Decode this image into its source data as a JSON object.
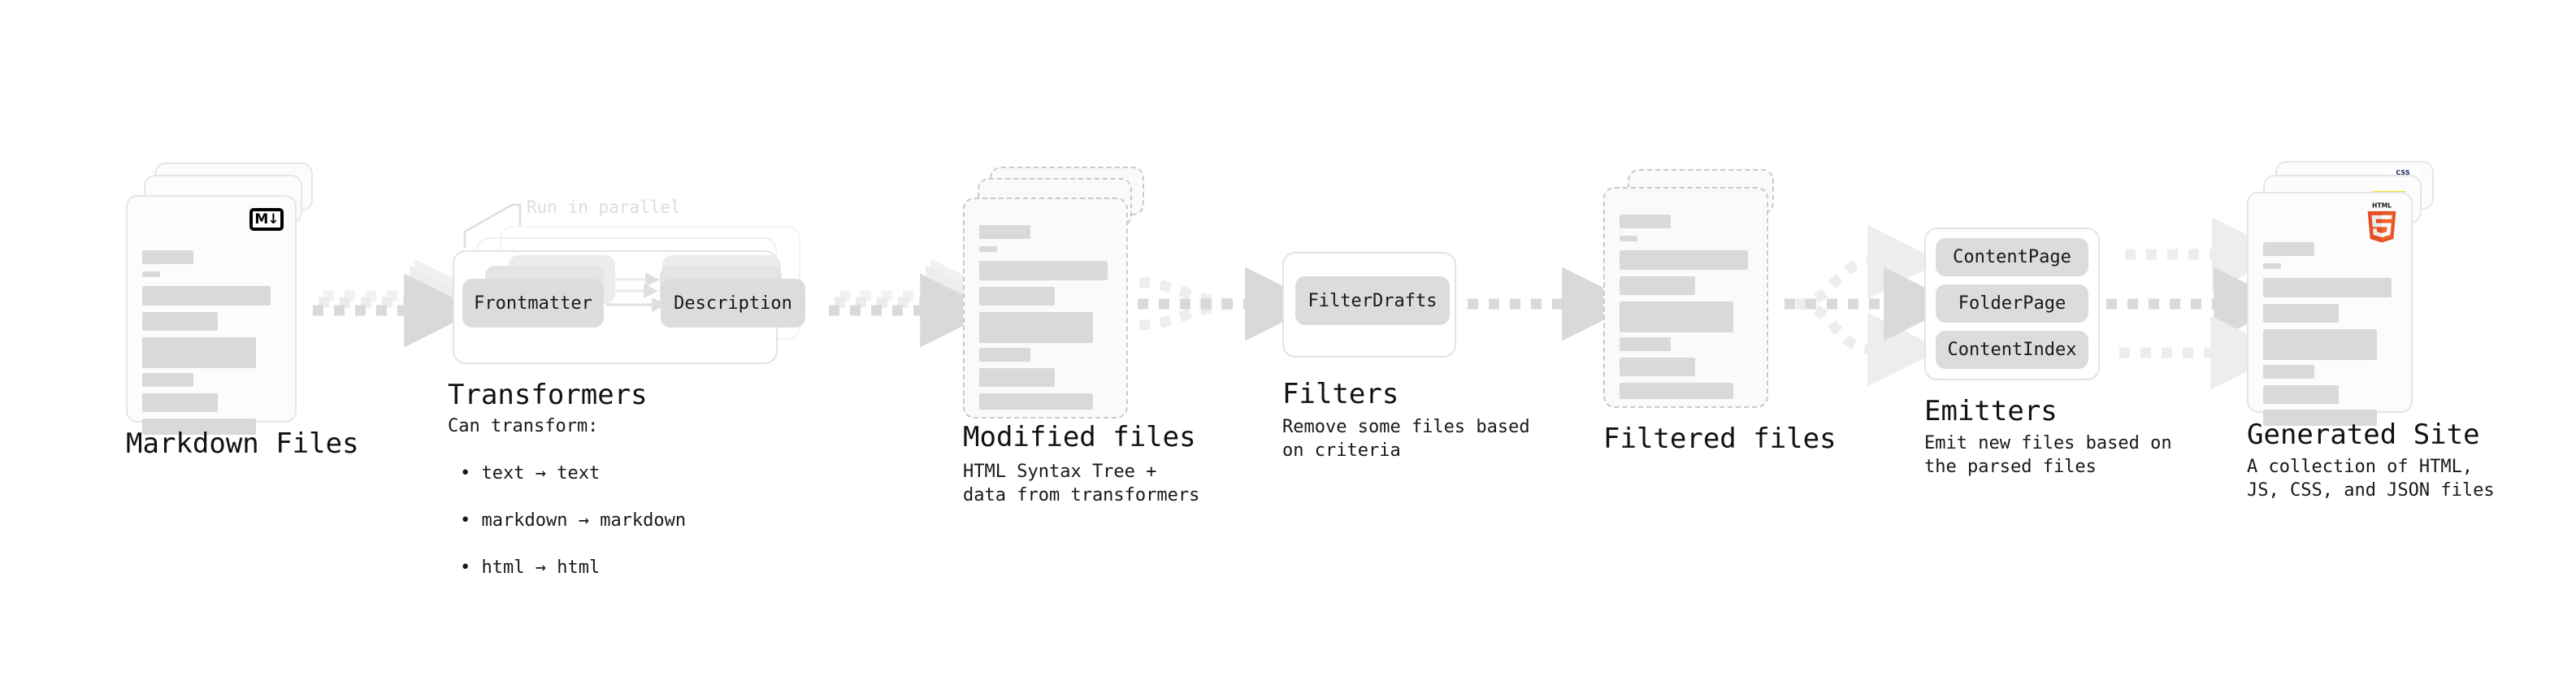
{
  "diagram": {
    "title_font_note": "",
    "stages": [
      {
        "id": "markdown-files",
        "heading": "Markdown Files",
        "subtext": "",
        "badge": "markdown-badge",
        "badge_label": "M",
        "badge_arrow": "↓"
      },
      {
        "id": "transformers",
        "heading": "Transformers",
        "subtext": "Can transform:",
        "parallel_label": "Run in parallel",
        "bullets": [
          "text → text",
          "markdown → markdown",
          "html → html"
        ],
        "pills": [
          "Frontmatter",
          "Description"
        ]
      },
      {
        "id": "modified-files",
        "heading": "Modified files",
        "subtext": "HTML Syntax Tree +\ndata from transformers"
      },
      {
        "id": "filters",
        "heading": "Filters",
        "subtext": "Remove some files based\non criteria",
        "pills": [
          "FilterDrafts"
        ]
      },
      {
        "id": "filtered-files",
        "heading": "Filtered files",
        "subtext": ""
      },
      {
        "id": "emitters",
        "heading": "Emitters",
        "subtext": "Emit new files based on\nthe parsed files",
        "pills": [
          "ContentPage",
          "FolderPage",
          "ContentIndex"
        ]
      },
      {
        "id": "generated-site",
        "heading": "Generated Site",
        "subtext": "A collection of HTML,\nJS, CSS, and JSON files",
        "badges": [
          "html5-badge",
          "js-badge",
          "css-badge"
        ],
        "html5_label": "HTML",
        "html5_digit": "5",
        "css_label": "CSS"
      }
    ],
    "colors": {
      "background": "#ffffff",
      "text": "#111111",
      "bar": "#d9d9d9",
      "pill": "#dcdcdc",
      "card_border": "#e6e6e6",
      "dashed_border": "#c9c9c9",
      "arrow": "#d9d9d9",
      "arrow_faint": "#ededed",
      "html5_orange": "#e44d26",
      "html5_orange_light": "#f16529",
      "js_yellow": "#f7df1e",
      "css_blue": "#264de4",
      "muted_label": "#dcdcdc"
    }
  }
}
